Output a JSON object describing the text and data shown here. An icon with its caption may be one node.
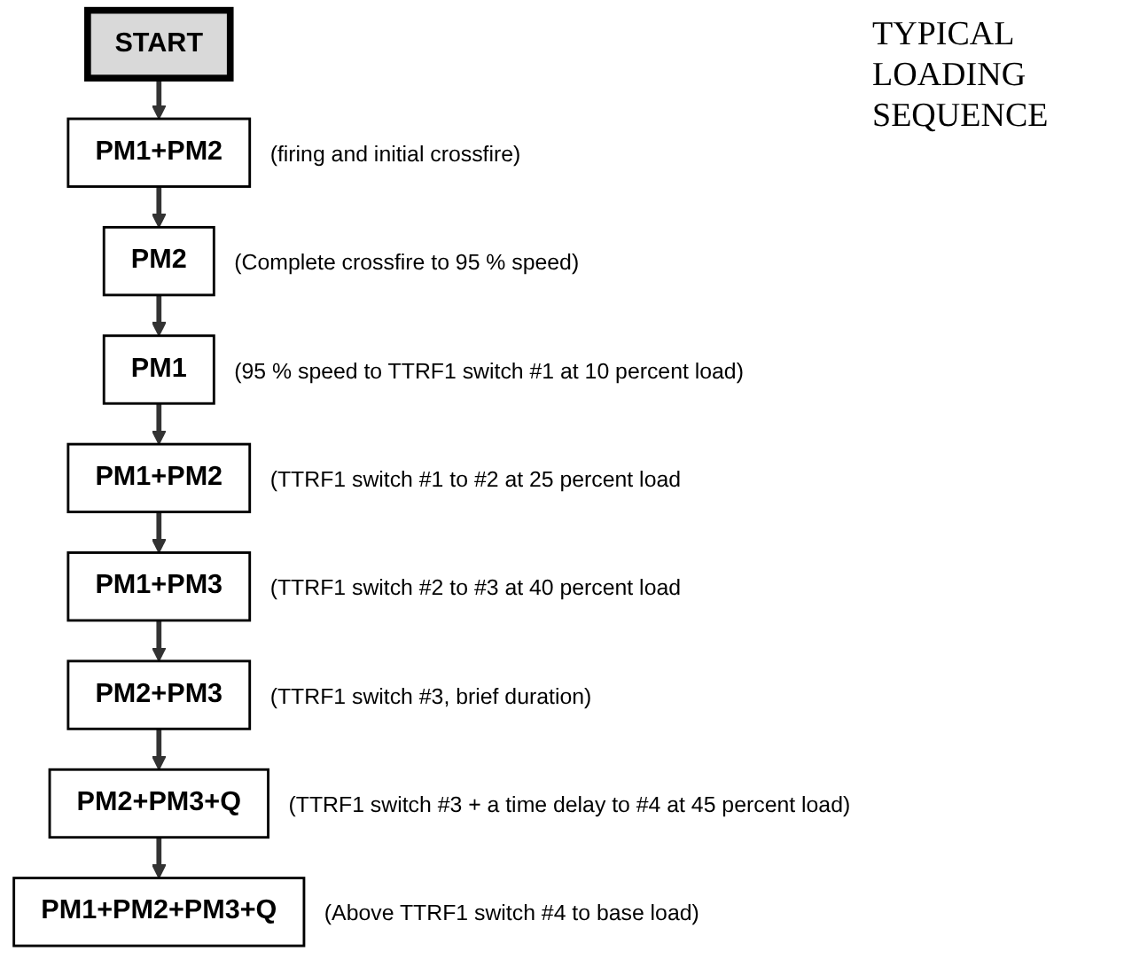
{
  "diagram": {
    "title": "TYPICAL LOADING SEQUENCE",
    "nodes": [
      {
        "text": [
          "START"
        ]
      },
      {
        "text": [
          "PM1+PM2"
        ],
        "beside": [
          "(firing and initial crossfire)"
        ]
      },
      {
        "text": [
          "PM2"
        ],
        "beside": [
          "(Complete crossfire to 95 % speed)"
        ]
      },
      {
        "text": [
          "PM1"
        ],
        "beside": [
          "(95 % speed to TTRF1 switch #1 at 10 percent load)"
        ]
      },
      {
        "text": [
          "PM1+PM2"
        ],
        "beside": [
          "(TTRF1 switch #1 to #2 at 25 percent load"
        ]
      },
      {
        "text": [
          "PM1+PM3"
        ],
        "beside": [
          "(TTRF1 switch #2 to #3 at 40 percent load"
        ]
      },
      {
        "text": [
          "PM2+PM3"
        ],
        "beside": [
          "(TTRF1 switch #3, brief duration)"
        ]
      },
      {
        "text": [
          "PM2+PM3+Q"
        ],
        "beside": [
          "(TTRF1 switch #3 + a time delay to #4 at 45 percent load)"
        ]
      },
      {
        "text": [
          "PM1+PM2+PM3+Q"
        ],
        "beside": [
          "(Above TTRF1 switch #4 to base load)"
        ]
      }
    ],
    "edges": [
      {
        "from": 0,
        "to": 1,
        "arrow": "to"
      },
      {
        "from": 1,
        "to": 2,
        "arrow": "to"
      },
      {
        "from": 2,
        "to": 3,
        "arrow": "to"
      },
      {
        "from": 3,
        "to": 4,
        "arrow": "to"
      },
      {
        "from": 4,
        "to": 5,
        "arrow": "to"
      },
      {
        "from": 5,
        "to": 6,
        "arrow": "to"
      },
      {
        "from": 6,
        "to": 7,
        "arrow": "to"
      },
      {
        "from": 7,
        "to": 8,
        "arrow": "to"
      }
    ]
  }
}
